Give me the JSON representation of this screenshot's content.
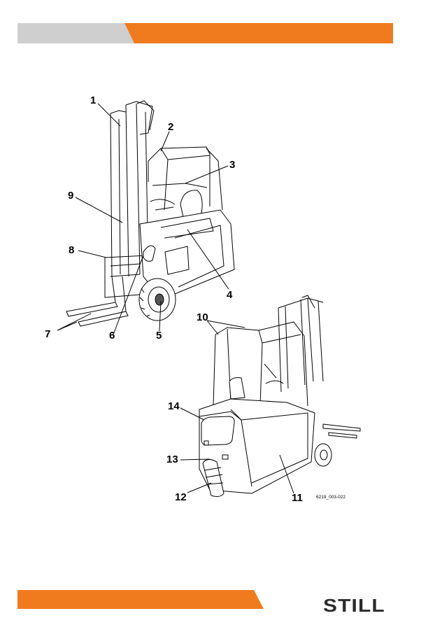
{
  "colors": {
    "accent": "#f07b1f",
    "header_gray": "#cfcfcf",
    "logo": "#2b2b2b"
  },
  "callouts": [
    "1",
    "2",
    "3",
    "4",
    "5",
    "6",
    "7",
    "8",
    "9",
    "10",
    "11",
    "12",
    "13",
    "14"
  ],
  "image_code": "6219_003-022",
  "logo_text": "STILL"
}
